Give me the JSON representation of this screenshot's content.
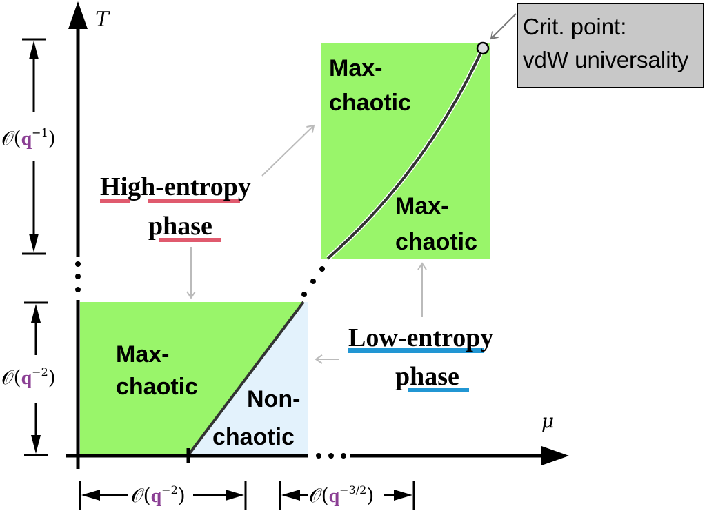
{
  "axes": {
    "y_label": "T",
    "x_label": "μ"
  },
  "colors": {
    "max_chaotic": "#99f56a",
    "non_chaotic": "#e3f2fc",
    "high_entropy_underline": "#e05a6e",
    "low_entropy_underline": "#2196d3",
    "q_color": "#8b3f94",
    "crit_box": "#c8c8c8",
    "gray_arrow": "#bbbbbb"
  },
  "regions": {
    "lower_left": "Max-|chaotic",
    "lower_right": "Non-|chaotic",
    "upper_left": "Max-|chaotic",
    "upper_right": "Max-|chaotic"
  },
  "labels": {
    "high_entropy_line1": "High-entropy",
    "high_entropy_line2": "phase",
    "low_entropy_line1": "Low-entropy",
    "low_entropy_line2": "phase",
    "crit_line1": "Crit. point:",
    "crit_line2": "vdW universality"
  },
  "scales": {
    "vertical_upper": {
      "prefix": "𝒪(",
      "q": "q",
      "exp": "−1",
      "suffix": ")"
    },
    "vertical_lower": {
      "prefix": "𝒪(",
      "q": "q",
      "exp": "−2",
      "suffix": ")"
    },
    "horizontal_left": {
      "prefix": "𝒪(",
      "q": "q",
      "exp": "−2",
      "suffix": ")"
    },
    "horizontal_right": {
      "prefix": "𝒪(",
      "q": "q",
      "exp": "−3/2",
      "suffix": ")"
    }
  }
}
